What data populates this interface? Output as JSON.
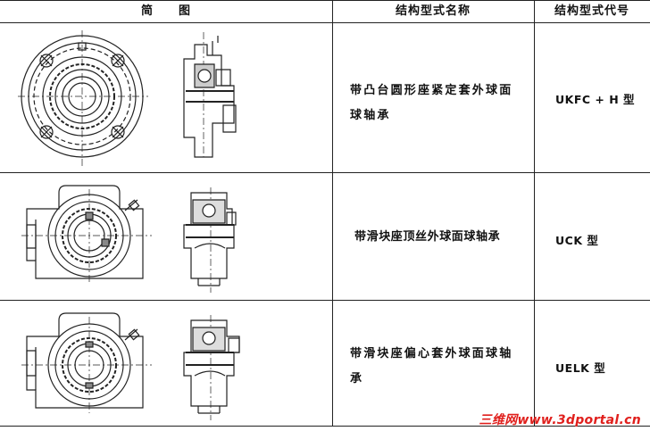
{
  "table": {
    "headers": {
      "sketch": "简　　图",
      "name": "结构型式名称",
      "code": "结构型式代号"
    },
    "rows": [
      {
        "name": "带凸台圆形座紧定套外球面球轴承",
        "code": "UKFC + H 型"
      },
      {
        "name": "带滑块座顶丝外球面球轴承",
        "code": "UCK 型"
      },
      {
        "name": "带滑块座偏心套外球面球轴承",
        "code": "UELK 型"
      }
    ]
  },
  "watermark": "三维网www.3dportal.cn",
  "colors": {
    "line": "#222222",
    "watermark": "#e0201d"
  }
}
